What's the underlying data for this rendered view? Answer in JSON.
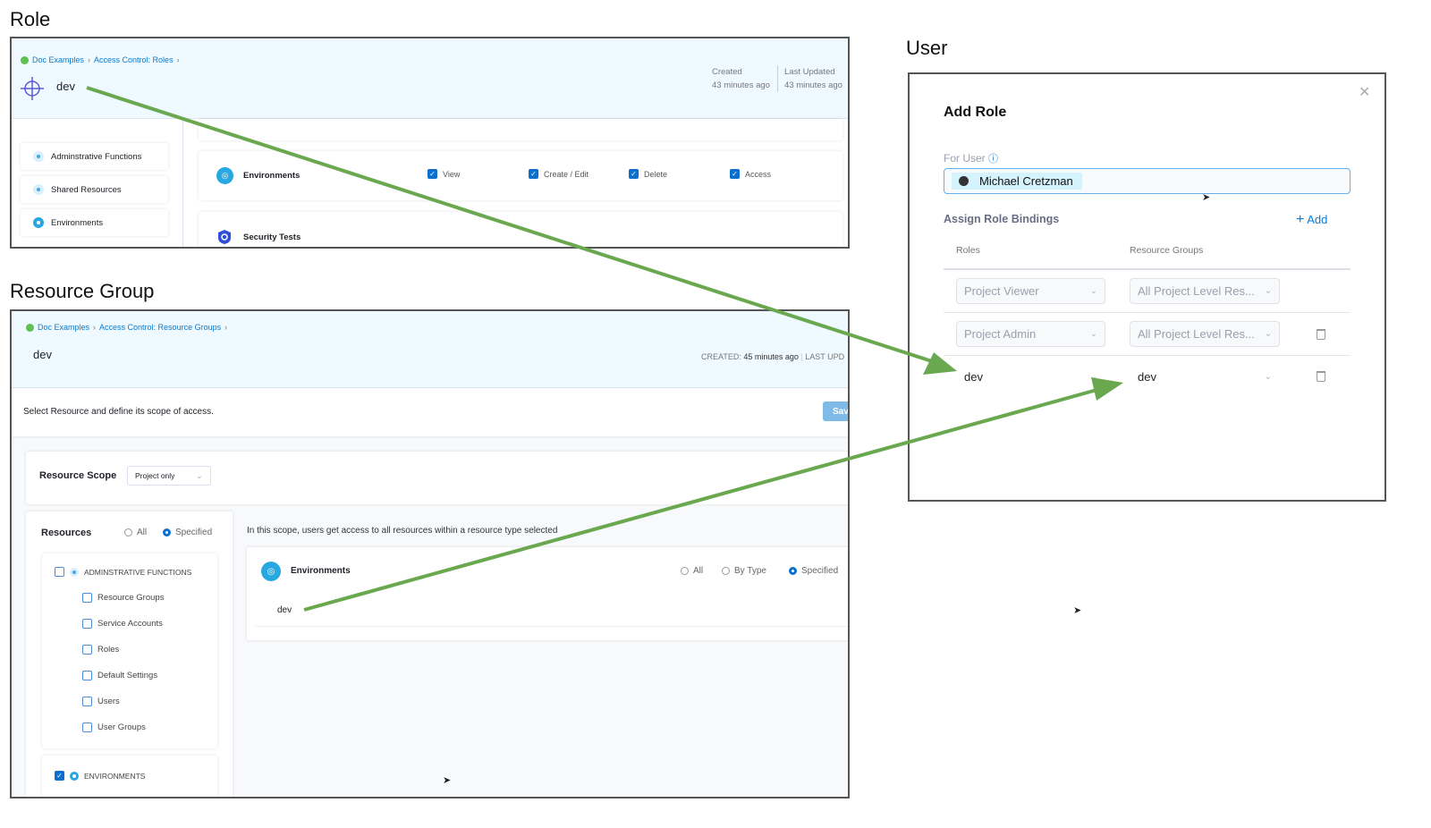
{
  "labels": {
    "role": "Role",
    "resource_group": "Resource Group",
    "user": "User"
  },
  "role_panel": {
    "breadcrumb": [
      "Doc Examples",
      "Access Control: Roles"
    ],
    "title": "dev",
    "created_label": "Created",
    "created_value": "43 minutes ago",
    "updated_label": "Last Updated",
    "updated_value": "43 minutes ago",
    "nav": [
      "Adminstrative Functions",
      "Shared Resources",
      "Environments"
    ],
    "env_card": {
      "name": "Environments",
      "permissions": [
        {
          "label": "View",
          "checked": true
        },
        {
          "label": "Create / Edit",
          "checked": true
        },
        {
          "label": "Delete",
          "checked": true
        },
        {
          "label": "Access",
          "checked": true
        }
      ]
    },
    "security_card": {
      "name": "Security Tests"
    }
  },
  "rg_panel": {
    "breadcrumb": [
      "Doc Examples",
      "Access Control: Resource Groups"
    ],
    "title": "dev",
    "created_label": "CREATED:",
    "created_value": "45 minutes ago",
    "updated_label": "LAST UPD",
    "instruction": "Select Resource and define its scope of access.",
    "save_label": "Sav",
    "scope_label": "Resource Scope",
    "scope_value": "Project only",
    "resources_label": "Resources",
    "radio_all": "All",
    "radio_specified": "Specified",
    "admin_group": "ADMINSTRATIVE FUNCTIONS",
    "admin_items": [
      "Resource Groups",
      "Service Accounts",
      "Roles",
      "Default Settings",
      "Users",
      "User Groups"
    ],
    "env_group": "ENVIRONMENTS",
    "scope_note": "In this scope, users get access to all resources within a resource type selected",
    "env_card": {
      "name": "Environments",
      "options": [
        "All",
        "By Type",
        "Specified"
      ],
      "selected": "Specified",
      "items": [
        "dev"
      ]
    }
  },
  "modal": {
    "title": "Add Role",
    "for_user_label": "For User",
    "user_chip": "Michael Cretzman",
    "bindings_label": "Assign Role Bindings",
    "add_label": "Add",
    "col_roles": "Roles",
    "col_resource_groups": "Resource Groups",
    "rows": [
      {
        "role": "Project Viewer",
        "resource_group": "All Project Level Res..."
      },
      {
        "role": "Project Admin",
        "resource_group": "All Project Level Res..."
      },
      {
        "role": "dev",
        "resource_group": "dev"
      }
    ]
  },
  "colors": {
    "arrow": "#6aa84f",
    "accent": "#0b6fce",
    "header_bg": "#eefaff"
  }
}
